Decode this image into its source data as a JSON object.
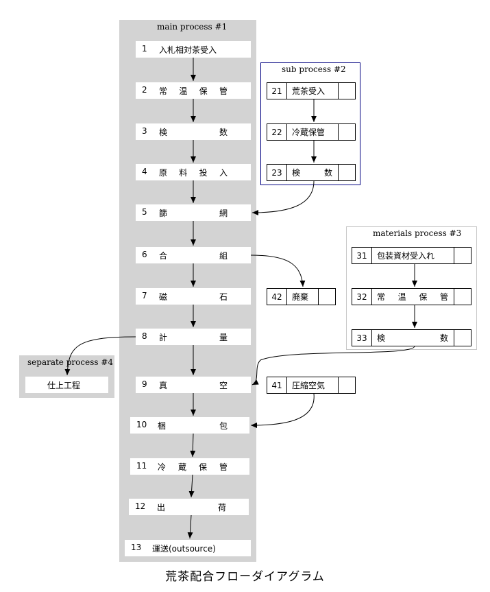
{
  "diagram_title": "荒茶配合フローダイアグラム",
  "clusters": {
    "main": {
      "title": "main process #1"
    },
    "sub": {
      "title": "sub process #2"
    },
    "materials": {
      "title": "materials process #3"
    },
    "separate": {
      "title": "separate process #4"
    }
  },
  "main_nodes": [
    {
      "num": "1",
      "label": [
        "入札相対茶受入"
      ]
    },
    {
      "num": "2",
      "label": [
        "常",
        "温",
        "保",
        "管"
      ]
    },
    {
      "num": "3",
      "label": [
        "検",
        "数"
      ]
    },
    {
      "num": "4",
      "label": [
        "原",
        "料",
        "投",
        "入"
      ]
    },
    {
      "num": "5",
      "label": [
        "篩",
        "網"
      ]
    },
    {
      "num": "6",
      "label": [
        "合",
        "組"
      ]
    },
    {
      "num": "7",
      "label": [
        "磁",
        "石"
      ]
    },
    {
      "num": "8",
      "label": [
        "計",
        "量"
      ]
    },
    {
      "num": "9",
      "label": [
        "真",
        "空"
      ]
    },
    {
      "num": "10",
      "label": [
        "梱",
        "包"
      ]
    },
    {
      "num": "11",
      "label": [
        "冷",
        "蔵",
        "保",
        "管"
      ]
    },
    {
      "num": "12",
      "label": [
        "出",
        "荷"
      ]
    },
    {
      "num": "13",
      "label": [
        "運送(outsource)"
      ]
    }
  ],
  "sub_nodes": [
    {
      "num": "21",
      "label": "荒茶受入"
    },
    {
      "num": "22",
      "label": "冷蔵保管"
    },
    {
      "num": "23",
      "label": [
        "検",
        "数"
      ]
    }
  ],
  "materials_nodes": [
    {
      "num": "31",
      "label": "包装資材受入れ"
    },
    {
      "num": "32",
      "label": [
        "常",
        "温",
        "保",
        "管"
      ]
    },
    {
      "num": "33",
      "label": [
        "検",
        "数"
      ]
    }
  ],
  "separate_node": {
    "label": "仕上工程"
  },
  "extra_nodes": {
    "n41": {
      "num": "41",
      "label": "圧縮空気"
    },
    "n42": {
      "num": "42",
      "label": "廃棄"
    }
  }
}
